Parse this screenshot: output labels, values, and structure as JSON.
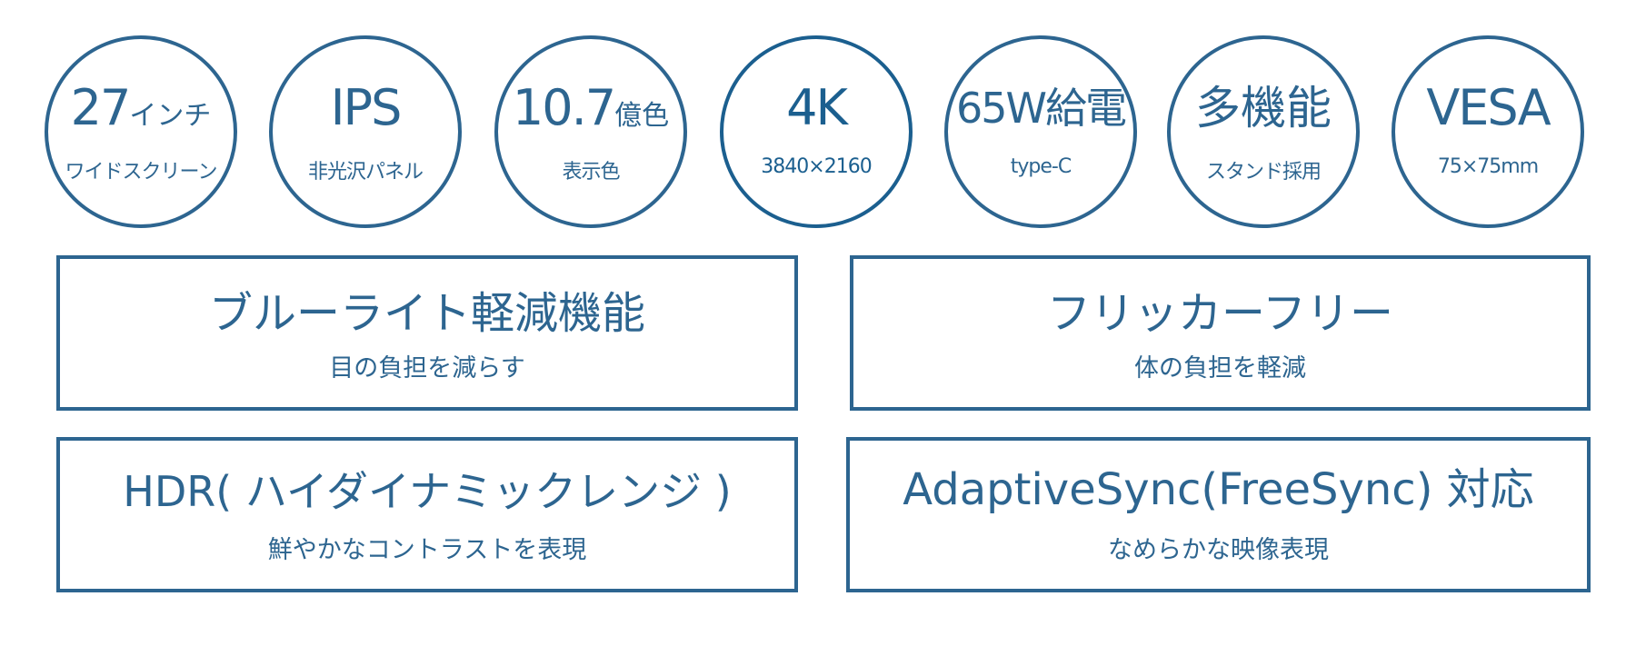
{
  "circles": [
    {
      "main": "27",
      "suffix": "インチ",
      "sub": "ワイドスクリーン"
    },
    {
      "main": "IPS",
      "suffix": "",
      "sub": "非光沢パネル"
    },
    {
      "main": "10.7",
      "suffix": "億色",
      "sub": "表示色"
    },
    {
      "main": "4K",
      "suffix": "",
      "sub": "3840×2160"
    },
    {
      "main": "65W給電",
      "suffix": "",
      "sub": "type-C"
    },
    {
      "main": "多機能",
      "suffix": "",
      "sub": "スタンド採用"
    },
    {
      "main": "VESA",
      "suffix": "",
      "sub": "75×75mm"
    }
  ],
  "boxes": [
    {
      "title": "ブルーライト軽減機能",
      "sub": "目の負担を減らす"
    },
    {
      "title": "フリッカーフリー",
      "sub": "体の負担を軽減"
    },
    {
      "title": "HDR( ハイダイナミックレンジ )",
      "sub": "鮮やかなコントラストを表現"
    },
    {
      "title": "AdaptiveSync(FreeSync) 対応",
      "sub": "なめらかな映像表現"
    }
  ],
  "colors": {
    "accent": "#2d6590",
    "accent_dark": "#1b5f8f"
  }
}
